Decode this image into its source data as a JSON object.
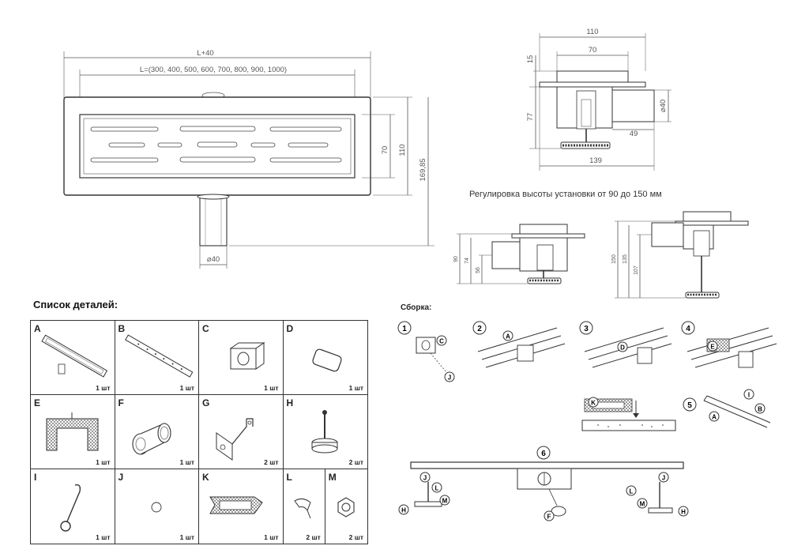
{
  "dimensions_top": {
    "total_length": "L+40",
    "length_options": "L=(300, 400, 500, 600, 700, 800, 900, 1000)",
    "h70": "70",
    "h110": "110",
    "h169": "169,85",
    "outlet": "⌀40"
  },
  "section_view": {
    "w110": "110",
    "w70": "70",
    "h15": "15",
    "h77": "77",
    "d40": "⌀40",
    "w49": "49",
    "w139": "139"
  },
  "height_adjust": {
    "caption": "Регулировка высоты установки от 90 до 150 мм",
    "min": {
      "h90": "90",
      "h74": "74",
      "h56": "56"
    },
    "max": {
      "h150": "150",
      "h135": "135",
      "h107": "107"
    }
  },
  "parts": {
    "title": "Список деталей:",
    "items": [
      {
        "letter": "A",
        "qty": "1 шт"
      },
      {
        "letter": "B",
        "qty": "1 шт"
      },
      {
        "letter": "C",
        "qty": "1 шт"
      },
      {
        "letter": "D",
        "qty": "1 шт"
      },
      {
        "letter": "E",
        "qty": "1 шт"
      },
      {
        "letter": "F",
        "qty": "1 шт"
      },
      {
        "letter": "G",
        "qty": "2 шт"
      },
      {
        "letter": "H",
        "qty": "2 шт"
      },
      {
        "letter": "I",
        "qty": "1 шт"
      },
      {
        "letter": "J",
        "qty": "1 шт"
      },
      {
        "letter": "K",
        "qty": "1 шт"
      },
      {
        "letter": "L",
        "qty": "2 шт"
      },
      {
        "letter": "M",
        "qty": "2 шт"
      }
    ]
  },
  "assembly": {
    "title": "Сборка:",
    "steps": [
      "1",
      "2",
      "3",
      "4",
      "5",
      "6"
    ],
    "callouts": {
      "c": "C",
      "j": "J",
      "a": "A",
      "d": "D",
      "e": "E",
      "k": "K",
      "i": "I",
      "b": "B",
      "l": "L",
      "m": "M",
      "h": "H",
      "f": "F"
    }
  }
}
